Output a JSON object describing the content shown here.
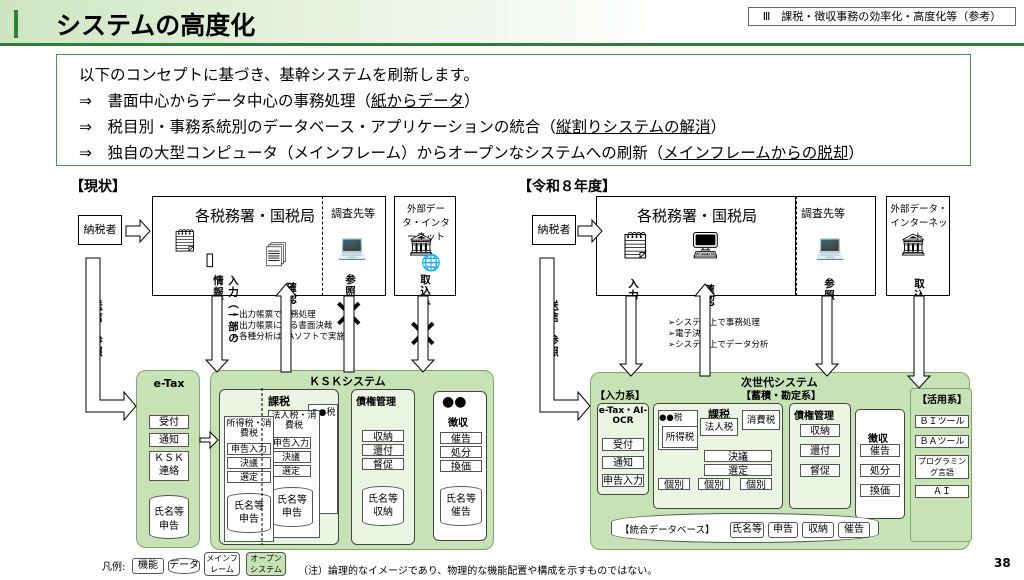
{
  "title": "システムの高度化",
  "section_tag": "Ⅲ　課税・徴収事務の効率化・高度化等（参考）",
  "concept": {
    "intro": "以下のコンセプトに基づき、基幹システムを刷新します。",
    "items": [
      {
        "arrow": "⇒",
        "text": "書面中心からデータ中心の事務処理（",
        "link": "紙からデータ",
        "end": "）"
      },
      {
        "arrow": "⇒",
        "text": "税目別・事務系統別のデータベース・アプリケーションの統合（",
        "link": "縦割りシステムの解消",
        "end": "）"
      },
      {
        "arrow": "⇒",
        "text": "独自の大型コンピュータ（メインフレーム）からオープンなシステムへの刷新（",
        "link": "メインフレームからの脱却",
        "end": "）"
      }
    ]
  },
  "left": {
    "heading": "【現状】",
    "taxpayer": "納税者",
    "offices": "各税務署・国税局",
    "survey": "調査先等",
    "external": "外部データ・インターネット",
    "arrow_input": "入力（一部の情報）",
    "arrow_confirm": "確認",
    "arrow_ref": "参照",
    "arrow_import": "取込み",
    "arrow_send": "送信・参照",
    "notes": [
      "出力帳票で事務処理",
      "出力帳票による書面決裁",
      "各種分析はOAソフトで実施"
    ],
    "etax": {
      "title": "e-Tax",
      "cells": [
        "受付",
        "通知",
        "ＫＳＫ連絡"
      ],
      "db": [
        "氏名等",
        "申告"
      ]
    },
    "ksk": {
      "title": "ＫＳＫシステム",
      "kazei": "課税",
      "income": "所得税・消費税",
      "corp": "法人税・消費税",
      "dots_tax": "●●税",
      "income_cells": [
        "申告入力",
        "決議",
        "選定"
      ],
      "corp_cells": [
        "申告入力",
        "決議",
        "選定"
      ],
      "db1": [
        "氏名等",
        "申告"
      ],
      "db2": [
        "氏名等",
        "申告"
      ],
      "saiken": "債権管理",
      "saiken_cells": [
        "収納",
        "還付",
        "督促"
      ],
      "saiken_db": [
        "氏名等",
        "収納"
      ],
      "chosyu": "徴収",
      "chosyu_cells": [
        "催告",
        "処分",
        "換価"
      ],
      "chosyu_db": [
        "氏名等",
        "催告"
      ]
    }
  },
  "right": {
    "heading": "【令和８年度】",
    "taxpayer": "納税者",
    "offices": "各税務署・国税局",
    "survey": "調査先等",
    "external": "外部データ・インターネット",
    "arrow_input": "入力",
    "arrow_confirm": "確認",
    "arrow_ref": "参照",
    "arrow_import": "取込み",
    "arrow_send": "送信・参照",
    "notes": [
      "システム上で事務処理",
      "電子決裁",
      "システム上でデータ分析"
    ],
    "next": {
      "title": "次世代システム",
      "input_sys": "【入力系】",
      "accum_sys": "【蓄積・勘定系】",
      "use_sys": "【活用系】",
      "etax": "e-Tax・AI-OCR",
      "etax_cells": [
        "受付",
        "通知",
        "申告入力"
      ],
      "kazei": "課税",
      "dots_tax": "●●税",
      "income": "所得税",
      "corp": "法人税",
      "consumption": "消費税",
      "kazei_cells": [
        "決議",
        "選定"
      ],
      "individual": [
        "個別",
        "個別",
        "個別"
      ],
      "saiken": "債権管理",
      "saiken_cells": [
        "収納",
        "還付",
        "督促"
      ],
      "chosyu": "徴収",
      "chosyu_cells": [
        "催告",
        "処分",
        "換価"
      ],
      "use_cells": [
        "ＢＩツール",
        "ＢＡツール",
        "プログラミング言語",
        "ＡＩ"
      ],
      "integrated_db": "【統合データベース】",
      "db_cells": [
        "氏名等",
        "申告",
        "収納",
        "催告"
      ]
    }
  },
  "legend": {
    "label": "凡例:",
    "items": [
      "機能",
      "データ",
      "メインフレーム",
      "オープンシステム"
    ],
    "note": "（注）論理的なイメージであり、物理的な機能配置や構成を示すものではない。"
  },
  "page_number": "38"
}
